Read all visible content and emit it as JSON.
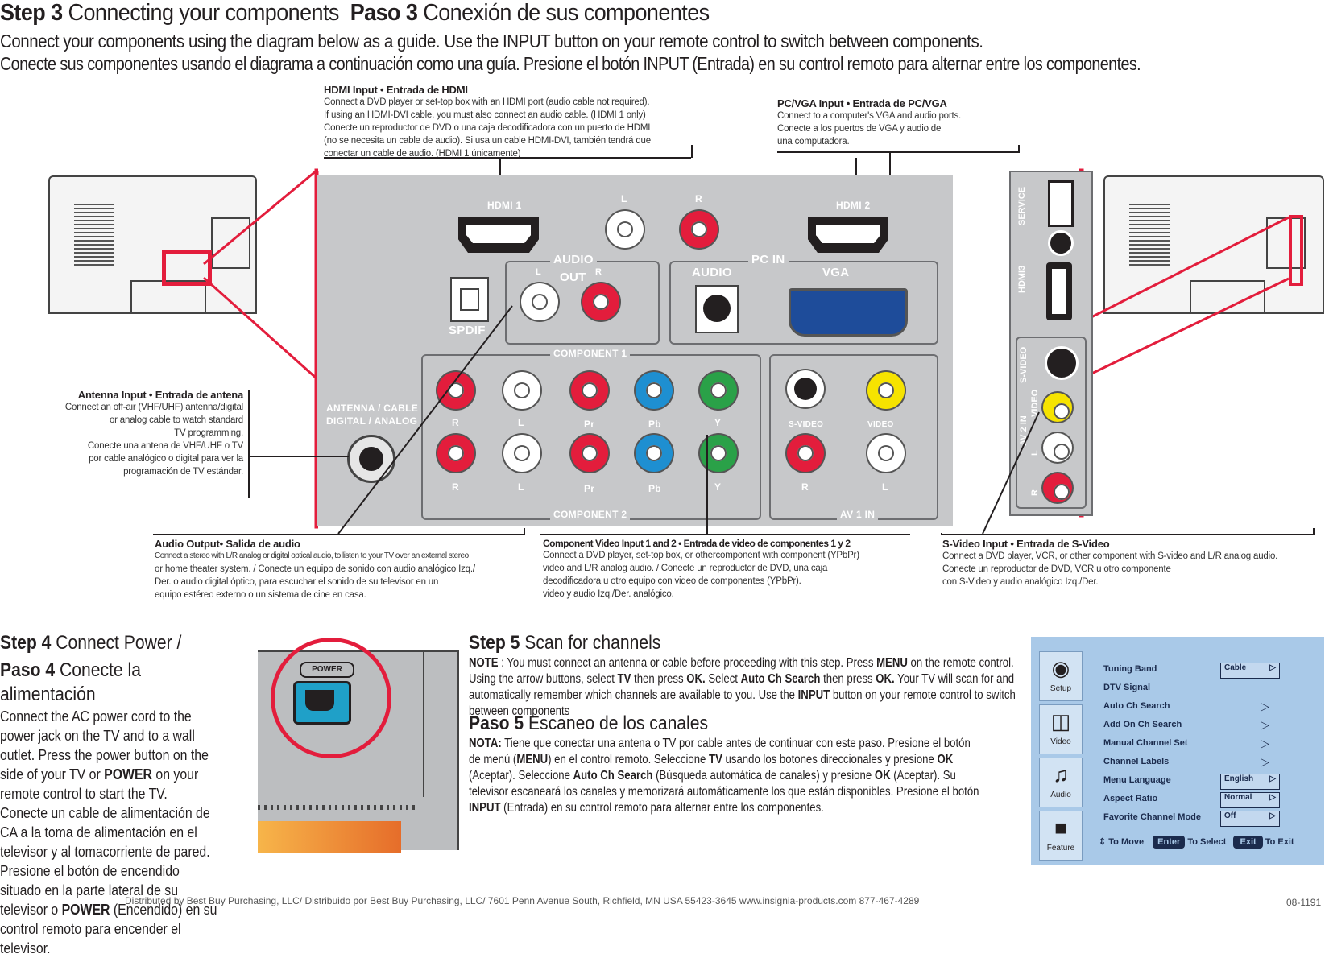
{
  "header": {
    "step3_prefix": "Step 3",
    "step3_en": "Connecting your components",
    "paso3_prefix": "Paso 3",
    "paso3_es": "Conexión de sus componentes",
    "line_en": "Connect your components using the diagram below as a guide. Use the INPUT button on your remote control to switch between components.",
    "line_es": "Conecte sus componentes usando el diagrama a continuación como una guía. Presione el botón INPUT (Entrada) en su control remoto para alternar entre los componentes."
  },
  "callouts": {
    "hdmi": {
      "title": "HDMI Input • Entrada de HDMI",
      "lines": [
        "Connect a DVD player or set-top box with an HDMI port  (audio cable not required).",
        "If using an HDMI-DVI cable, you must also connect an audio cable. (HDMI 1 only)",
        "Conecte un reproductor de DVD o una caja decodificadora con un puerto de HDMI",
        "(no se necesita un cable de audio). Si usa un cable HDMI-DVI, también tendrá que",
        "conectar un cable de audio. (HDMI 1 únicamente)"
      ]
    },
    "pc": {
      "title": "PC/VGA Input • Entrada de PC/VGA",
      "lines": [
        "Connect to a computer's VGA and audio ports.",
        "Conecte a los puertos de VGA y audio de",
        "una computadora."
      ]
    },
    "antenna": {
      "title": "Antenna Input • Entrada de antena",
      "lines": [
        "Connect an off-air (VHF/UHF) antenna/digital",
        "or analog cable to watch standard",
        "TV programming.",
        "Conecte una antena de VHF/UHF o TV",
        "por cable analógico o digital para ver la",
        "programación de TV estándar."
      ]
    },
    "audio_out": {
      "title": "Audio Output• Salida de audio",
      "lines": [
        "Connect a stereo with L/R analog or digital optical audio, to listen to your TV over an external stereo",
        "or home theater system. / Conecte un equipo de sonido con audio analógico Izq./",
        "Der. o audio digital óptico, para escuchar el sonido de su televisor en un",
        "equipo estéreo externo o un sistema de cine en casa."
      ]
    },
    "component": {
      "title": "Component Video Input 1 and 2 • Entrada de video de componentes 1 y 2",
      "lines": [
        "Connect a DVD player, set-top box, or othercomponent with component (YPbPr)",
        "video and L/R analog audio.  / Conecte un reproductor de DVD, una caja",
        "decodificadora u otro equipo con video de componentes (YPbPr).",
        "video y audio Izq./Der. analógico."
      ]
    },
    "svideo": {
      "title": "S-Video Input • Entrada de S-Video",
      "lines": [
        "Connect a DVD player, VCR, or other component with S-video and L/R analog audio.",
        "Conecte un reproductor de DVD, VCR u otro componente",
        "con S-Video y audio analógico Izq./Der."
      ]
    }
  },
  "panel": {
    "hdmi1": "HDMI 1",
    "hdmi2": "HDMI 2",
    "l": "L",
    "r": "R",
    "audio": "AUDIO",
    "out": "OUT",
    "pc_in": "PC IN",
    "vga": "VGA",
    "spdif": "SPDIF",
    "component1": "COMPONENT 1",
    "component2": "COMPONENT 2",
    "pr": "Pr",
    "pb": "Pb",
    "y": "Y",
    "antenna1": "ANTENNA / CABLE",
    "antenna2": "DIGITAL / ANALOG",
    "svideo": "S-VIDEO",
    "video": "VIDEO",
    "av1": "AV 1 IN",
    "service": "SERVICE",
    "hdmi3": "HDMI3",
    "svideo_side": "S-VIDEO",
    "av2": "AV 2 IN",
    "video_side": "VIDEO"
  },
  "step4": {
    "title_en_prefix": "Step 4",
    "title_en": "Connect Power /",
    "title_es_prefix": "Paso 4",
    "title_es": "Conecte la alimentación",
    "body_en_1": "Connect the AC power cord to the power jack on the TV and to a wall outlet. Press the power button on the side of your TV or ",
    "power": "POWER",
    "body_en_2": "  on your remote control to start the TV.",
    "body_es_1": "Conecte un cable de alimentación de CA a la toma de alimentación en el televisor y al tomacorriente de pared. Presione el botón de encendido situado en la parte lateral de su televisor o ",
    "body_es_2": "  (Encendido) en su control remoto para encender el televisor.",
    "power_label": "POWER"
  },
  "step5": {
    "title_prefix": "Step 5",
    "title": "Scan for channels",
    "note_label": "NOTE",
    "note_1": " : You must connect an antenna or cable before proceeding with this step. Press ",
    "menu": "MENU",
    "note_2": " on the remote control. Using the arrow buttons, select ",
    "tv": "TV",
    "note_3": " then press ",
    "ok": "OK.",
    "note_4": " Select ",
    "autoch": "Auto Ch Search",
    "note_5": " then press ",
    "note_6": " Your TV will scan for and automatically remember which channels are available to you. Use the ",
    "input": "INPUT",
    "note_7": " button on your remote control to switch between components",
    "es_title_prefix": "Paso 5",
    "es_title": "Escaneo de los canales",
    "nota_label": "NOTA:",
    "nota_1": " Tiene que conectar una antena o TV por cable antes de continuar con este paso. Presione el botón de menú (",
    "nota_2": ") en el control remoto. Seleccione ",
    "nota_3": " usando los botones direccionales y presione ",
    "ok_es": "OK",
    "nota_4": " (Aceptar). Seleccione ",
    "nota_5": " (Búsqueda automática de canales) y presione ",
    "nota_6": " (Aceptar). Su televisor escaneará los canales y memorizará  automáticamente los que están disponibles. Presione el botón ",
    "nota_7": " (Entrada) en su control remoto para alternar entre los componentes."
  },
  "menu_screen": {
    "tabs": [
      "Setup",
      "Video",
      "Audio",
      "Feature"
    ],
    "rows": [
      "Tuning Band",
      "DTV Signal",
      "Auto Ch Search",
      "Add On Ch  Search",
      "Manual Channel Set",
      "Channel Labels",
      "Menu Language",
      "Aspect Ratio",
      "Favorite Channel Mode"
    ],
    "values": {
      "tuning": "Cable",
      "language": "English",
      "aspect": "Normal",
      "favorite": "Off"
    },
    "footer": {
      "move": "To Move",
      "enter": "Enter",
      "select": "To Select",
      "exit": "Exit",
      "exit_to": "To Exit"
    }
  },
  "footer": "Distributed by Best Buy Purchasing,  LLC/ Distribuido por Best Buy Purchasing, LLC/  7601 Penn Avenue South, Richfield, MN USA 55423-3645  www.insignia-products.com  877-467-4289",
  "code": "08-1191",
  "colors": {
    "red_frame": "#e31d3c",
    "panel": "#c7c8ca",
    "component_blue": "#1e8fd1",
    "component_green": "#2aa148",
    "video_yellow": "#f6e300",
    "power_blue": "#1fa0c8"
  }
}
